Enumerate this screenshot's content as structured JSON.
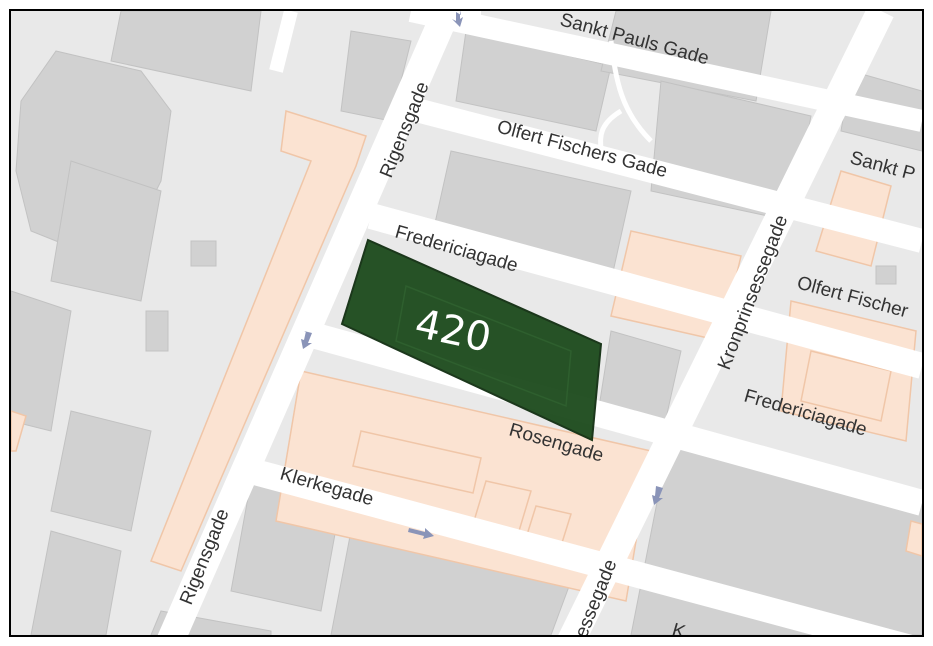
{
  "map": {
    "streets": {
      "sankt_pauls_gade": "Sankt Pauls Gade",
      "rigensgade_upper": "Rigensgade",
      "olfert_fischers_gade": "Olfert Fischers Gade",
      "sankt_p": "Sankt P",
      "kronprinsessegade": "Kronprinsessegade",
      "fredericiagade_upper": "Fredericiagade",
      "olfert_fischer": "Olfert Fischer",
      "fredericiagade_lower": "Fredericiagade",
      "rosengade": "Rosengade",
      "klerkegade": "Klerkegade",
      "rigensgade_lower": "Rigensgade",
      "essegade": "essegade",
      "k_fragment": "K"
    },
    "highlighted_plot": {
      "label": "420",
      "fill_color": "#1c4a1c"
    },
    "colors": {
      "road": "#ffffff",
      "block": "#e9e9e9",
      "building": "#cfcfcf",
      "highlight_building": "#fbe3d2",
      "arrow": "#8a94b8"
    }
  }
}
